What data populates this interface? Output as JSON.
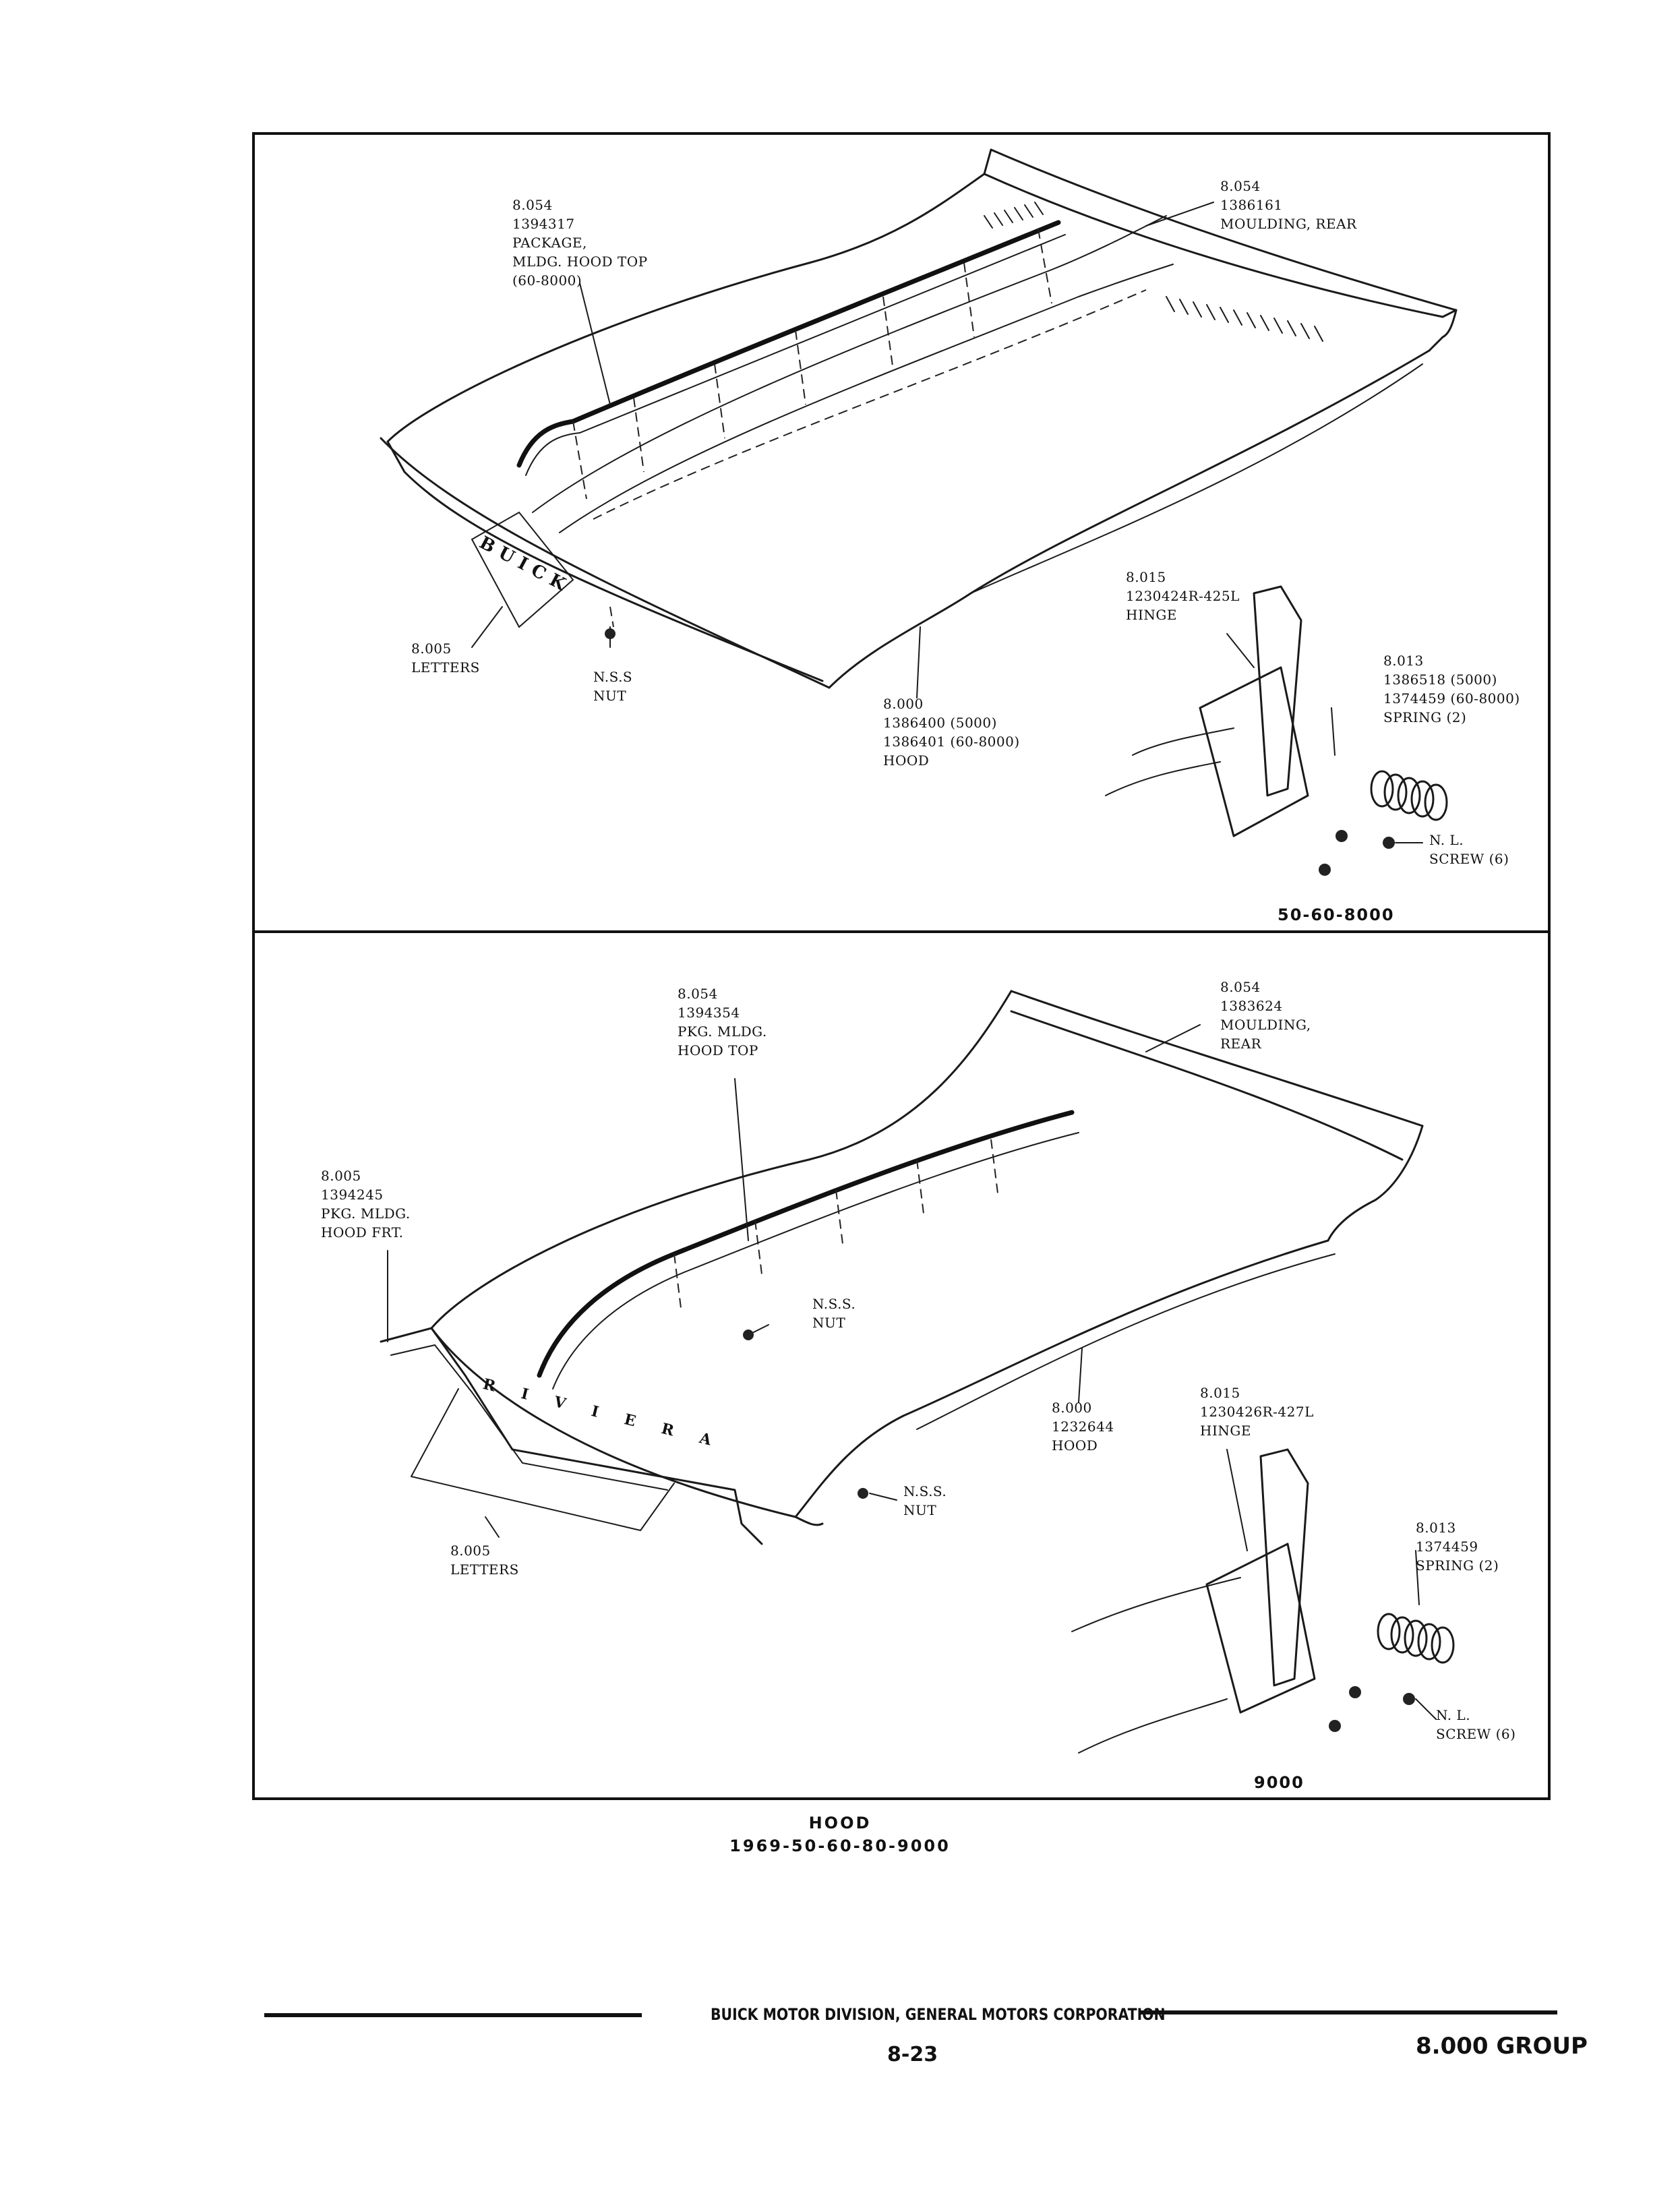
{
  "top_panel": {
    "code": "50-60-8000",
    "labels": {
      "mldg_top": "8.054\n1394317\nPACKAGE,\nMLDG. HOOD TOP\n(60-8000)",
      "moulding_rear": "8.054\n1386161\nMOULDING, REAR",
      "letters": "8.005\nLETTERS",
      "nut": "N.S.S\nNUT",
      "hood": "8.000\n1386400 (5000)\n1386401 (60-8000)\nHOOD",
      "hinge": "8.015\n1230424R-425L\nHINGE",
      "spring": "8.013\n1386518 (5000)\n1374459 (60-8000)\nSPRING (2)",
      "screw": "N. L.\nSCREW (6)"
    },
    "emblem": "BUICK"
  },
  "bottom_panel": {
    "code": "9000",
    "labels": {
      "mldg_top": "8.054\n1394354\nPKG. MLDG.\nHOOD TOP",
      "moulding_rear": "8.054\n1383624\nMOULDING,\nREAR",
      "mldg_front": "8.005\n1394245\nPKG. MLDG.\nHOOD FRT.",
      "nut_center": "N.S.S.\nNUT",
      "hood": "8.000\n1232644\nHOOD",
      "nut_corner": "N.S.S.\nNUT",
      "letters": "8.005\nLETTERS",
      "hinge": "8.015\n1230426R-427L\nHINGE",
      "spring": "8.013\n1374459\nSPRING (2)",
      "screw": "N. L.\nSCREW (6)"
    },
    "emblem": "RIVIERA"
  },
  "caption": {
    "title": "HOOD",
    "subtitle": "1969-50-60-80-9000"
  },
  "footer": {
    "company": "BUICK MOTOR DIVISION, GENERAL MOTORS CORPORATION",
    "page": "8-23",
    "group": "8.000 GROUP"
  }
}
